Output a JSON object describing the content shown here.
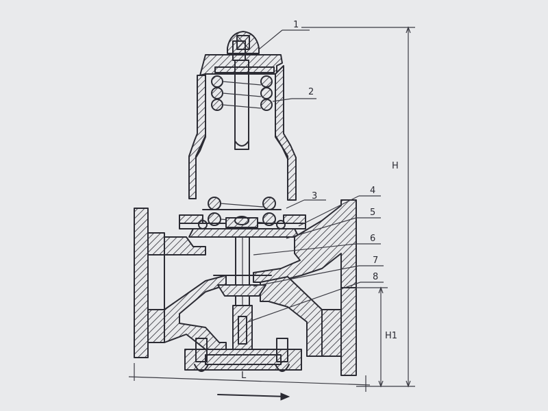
{
  "callouts": [
    "1",
    "2",
    "3",
    "4",
    "5",
    "6",
    "7",
    "8"
  ],
  "dimensions": {
    "overall_height": "H",
    "lower_height": "H1",
    "length": "L"
  },
  "colors": {
    "paper": "#e9eaec",
    "ink": "#2b2b33"
  },
  "icons": {
    "flow": "arrow-right-icon"
  }
}
